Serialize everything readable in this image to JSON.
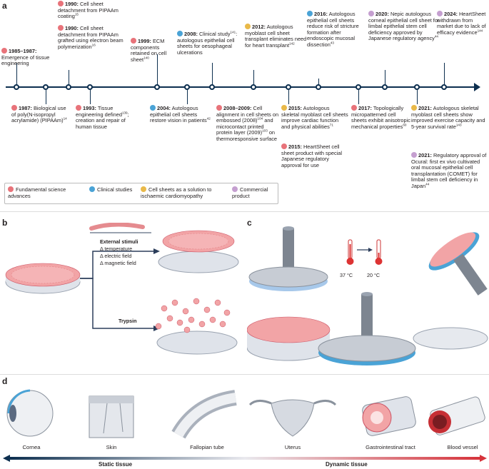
{
  "panels": {
    "a": "a",
    "b": "b",
    "c": "c",
    "d": "d"
  },
  "timeline": {
    "above": [
      {
        "year": "1985–1987:",
        "text": "Emergence of tissue engineering",
        "color": "fund"
      },
      {
        "year": "1990:",
        "text": "Cell sheet detachment from PIPAAm coating",
        "ref": "15",
        "color": "fund"
      },
      {
        "year": "1990:",
        "text": "Cell sheet detachment from PIPAAm grafted using electron beam polymerization",
        "ref": "16",
        "color": "fund"
      },
      {
        "year": "1999:",
        "text": "ECM components retained on cell sheet",
        "ref": "140",
        "color": "fund"
      },
      {
        "year": "2008:",
        "text": "Clinical study",
        "ref": "141",
        "text2": ": autologous epithelial cell sheets for oesophageal ulcerations",
        "color": "clin"
      },
      {
        "year": "2012:",
        "text": "Autologous myoblast cell sheet transplant eliminates need for heart transplant",
        "ref": "142",
        "color": "card"
      },
      {
        "year": "2016:",
        "text": "Autologous epithelial cell sheets reduce risk of stricture formation after endoscopic mucosal dissection",
        "ref": "43",
        "color": "clin"
      },
      {
        "year": "2020:",
        "text": "Nepic autologous corneal epithelial cell sheet for limbal epithelial stem cell deficiency approved by Japanese regulatory agency",
        "ref": "44",
        "color": "comm"
      },
      {
        "year": "2024:",
        "text": "HeartSheet withdrawn from market due to lack of efficacy evidence",
        "ref": "144",
        "color": "comm"
      }
    ],
    "below": [
      {
        "year": "1987:",
        "text": "Biological use of poly(N-isopropyl acrylamide) (PIPAAm)",
        "ref": "14",
        "color": "fund"
      },
      {
        "year": "1993:",
        "text": "Tissue engineering defined",
        "ref": "139",
        "text2": "; creation and repair of human tissue",
        "color": "fund"
      },
      {
        "year": "2004:",
        "text": "Autologous epithelial cell sheets restore vision in patients",
        "ref": "42",
        "color": "clin"
      },
      {
        "year": "2008–2009:",
        "text": "Cell alignment in cell sheets on embossed (2008)",
        "ref": "104",
        "text2": " and microcontact printed protein layer (2009)",
        "ref2": "103",
        "text3": " on thermoresponsive surface",
        "color": "fund"
      },
      {
        "year": "2015:",
        "text": "Autologous skeletal myoblast cell sheets improve cardiac function and physical abilities",
        "ref": "71",
        "color": "card"
      },
      {
        "year": "2015:",
        "text": "HeartSheet cell sheet product with special Japanese regulatory approval for use",
        "color": "comm"
      },
      {
        "year": "2017:",
        "text": "Topologically micropatterned cell sheets exhibit anisotropic mechanical properties",
        "ref": "60",
        "color": "fund"
      },
      {
        "year": "2021:",
        "text": "Autologous skeletal myoblast cell sheets show improved exercise capacity and 5-year survival rate",
        "ref": "143",
        "color": "card"
      },
      {
        "year": "2021:",
        "text": "Regulatory approval of Ocural: first ex vivo cultivated oral mucosal epithelial cell transplantation (COMET) for limbal stem cell deficiency in Japan",
        "ref": "44",
        "color": "comm"
      }
    ]
  },
  "legend": [
    {
      "label": "Fundamental science advances",
      "color": "fund"
    },
    {
      "label": "Clinical studies",
      "color": "clin"
    },
    {
      "label": "Cell sheets as a solution to ischaemic cardiomyopathy",
      "color": "card"
    },
    {
      "label": "Commercial product",
      "color": "comm"
    }
  ],
  "panel_b": {
    "stimuli_title": "External stimuli",
    "stimuli": [
      "Δ temperature",
      "Δ electric field",
      "Δ magnetic field"
    ],
    "trypsin": "Trypsin"
  },
  "panel_c": {
    "temp_high": "37 °C",
    "temp_low": "20 °C"
  },
  "panel_d": {
    "tissues": [
      "Cornea",
      "Skin",
      "Fallopian tube",
      "Uterus",
      "Gastrointestinal tract",
      "Blood vessel"
    ],
    "static": "Static tissue",
    "dynamic": "Dynamic tissue"
  },
  "colors": {
    "fund": "#e8737a",
    "clin": "#4aa3d6",
    "card": "#e9b949",
    "comm": "#c59fd0",
    "axis": "#0d2f4f"
  }
}
